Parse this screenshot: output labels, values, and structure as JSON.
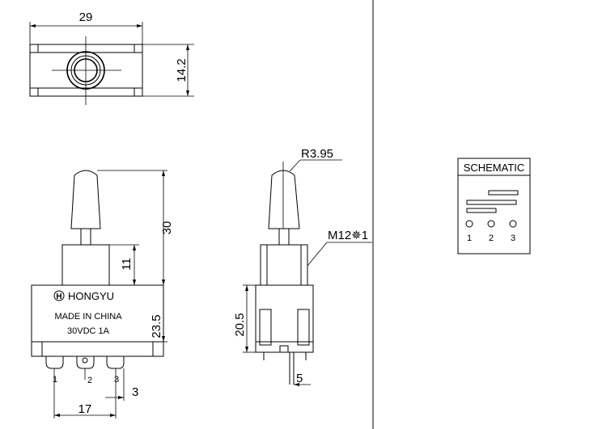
{
  "dimensions": {
    "top_width": "29",
    "top_height": "14.2",
    "front_height_total": "30",
    "bushing_height": "11",
    "body_height": "23.5",
    "pin_spacing": "17",
    "pin_offset": "3",
    "side_radius": "R3.95",
    "side_thread": "M12✵1",
    "side_body_height": "20.5",
    "side_pin": "5"
  },
  "body_label": {
    "brand": "HONGYU",
    "logo_letter": "H",
    "origin": "MADE IN CHINA",
    "rating": "30VDC 1A"
  },
  "pins": [
    "1",
    "2",
    "3"
  ],
  "schematic": {
    "title": "SCHEMATIC",
    "terminals": [
      "1",
      "2",
      "3"
    ]
  },
  "colors": {
    "line": "#000000",
    "background": "#ffffff"
  }
}
